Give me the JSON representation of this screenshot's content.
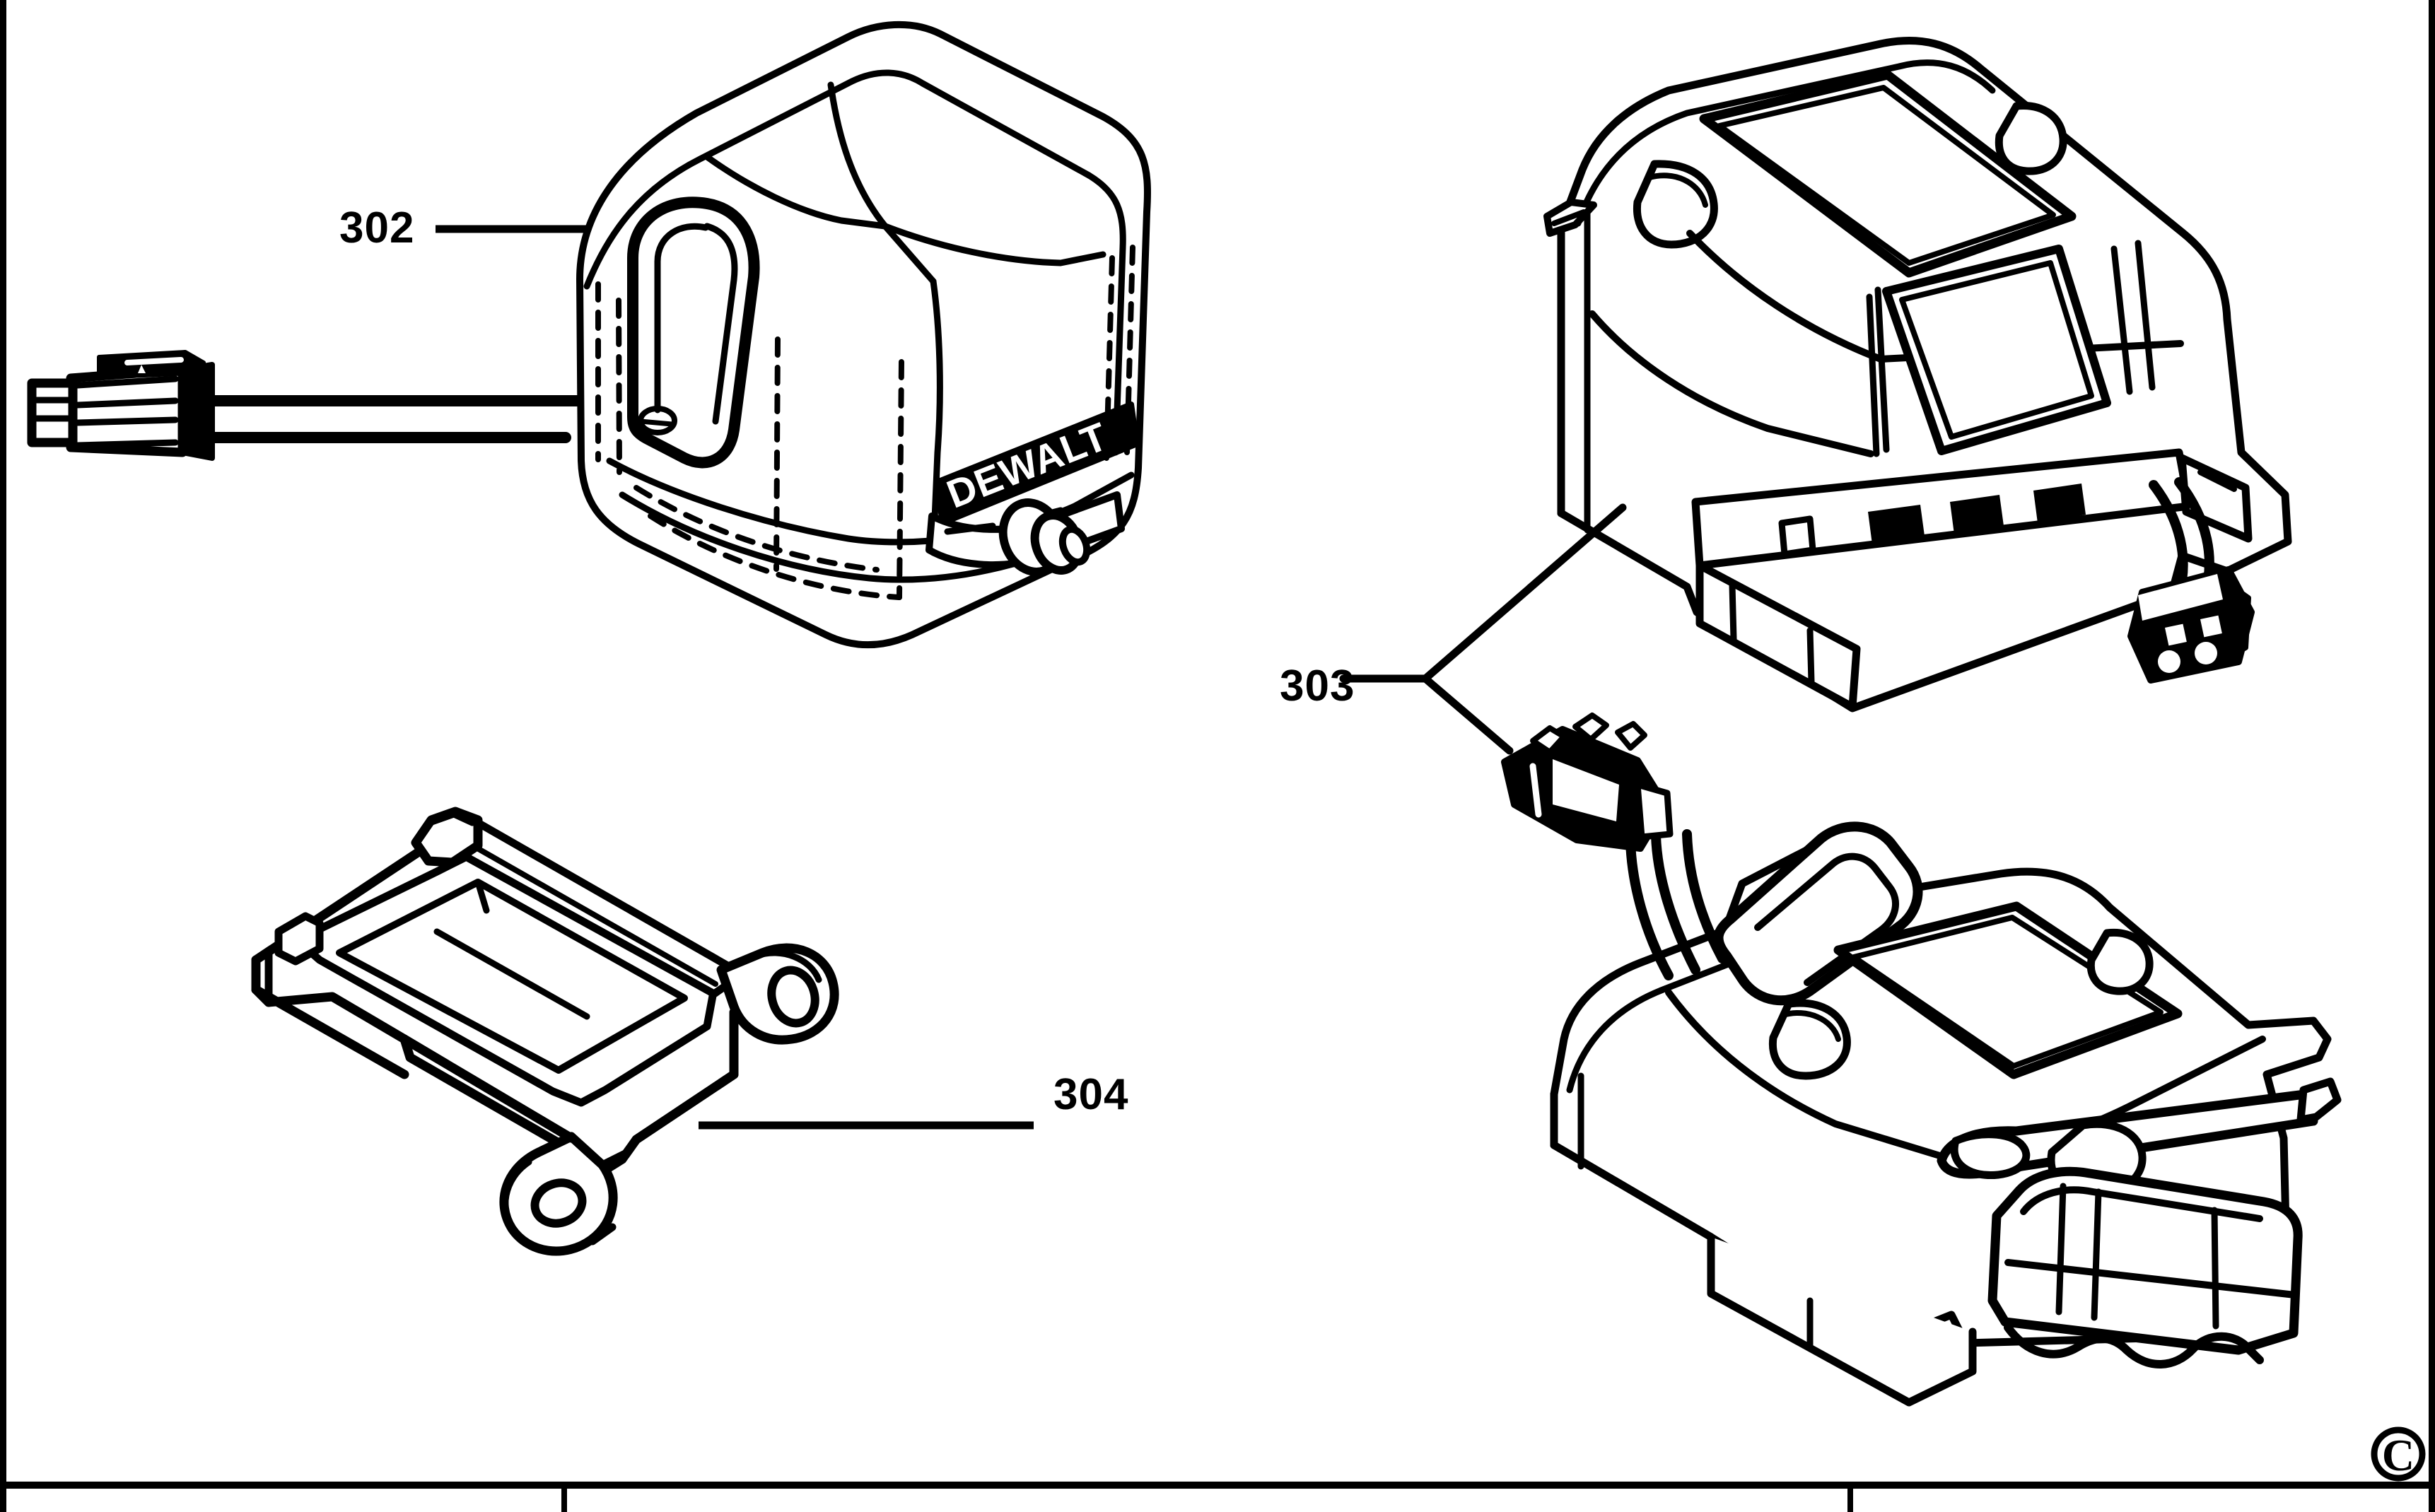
{
  "page": {
    "kind": "exploded-parts-diagram",
    "brand_text": "DEWALT",
    "background_color": "#ffffff",
    "line_color": "#000000",
    "copyright_symbol": "©"
  },
  "callouts": [
    {
      "id": "302",
      "label": "302",
      "part_name": "battery-pack-housing-with-lead"
    },
    {
      "id": "303",
      "label": "303",
      "part_name": "battery-pack-assembly"
    },
    {
      "id": "304",
      "label": "304",
      "part_name": "battery-cradle-bracket"
    }
  ],
  "callout_map": {
    "c302": "302",
    "c303": "303",
    "c304": "304"
  },
  "parts": [
    {
      "callout": "302",
      "name": "battery-pack-housing-with-lead",
      "features": [
        "carry-handle-slot",
        "dewalt-badge",
        "thumb-screw",
        "two-wire-lead",
        "white-connector-plug"
      ]
    },
    {
      "callout": "303",
      "name": "battery-pack-assembly",
      "views": [
        "upper-view-with-pigtail-connector",
        "lower-view-with-wire-harness"
      ]
    },
    {
      "callout": "304",
      "name": "battery-cradle-bracket",
      "features": [
        "two-pivot-lugs",
        "open-frame-tray"
      ]
    }
  ],
  "frame": {
    "left_rule": true,
    "right_rule": true,
    "bottom_rule": true,
    "bottom_ticks": [
      798,
      2617
    ]
  }
}
